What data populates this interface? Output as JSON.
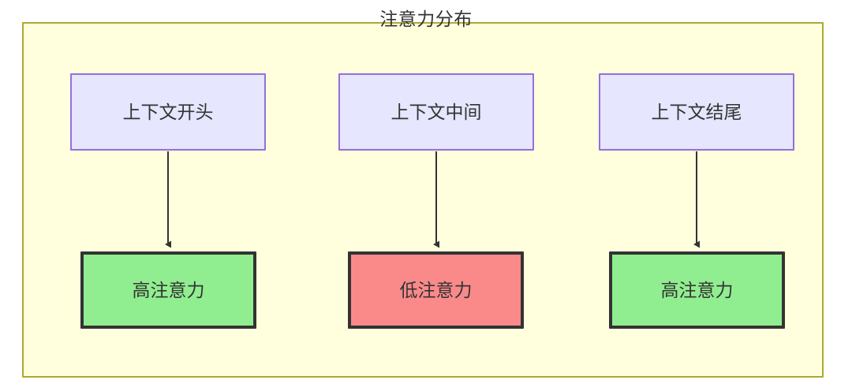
{
  "diagram": {
    "title": "注意力分布",
    "container": {
      "background_color": "#ffffde",
      "border_color": "#aaaa33"
    },
    "colors": {
      "context_fill": "#e6e6ff",
      "context_border": "#9370db",
      "high_attention_fill": "#90ee90",
      "low_attention_fill": "#fa8a8a",
      "node_border": "#333333",
      "edge_color": "#333333",
      "text_color": "#333333"
    },
    "columns": [
      {
        "context_label": "上下文开头",
        "attention_label": "高注意力",
        "attention_level": "high"
      },
      {
        "context_label": "上下文中间",
        "attention_label": "低注意力",
        "attention_level": "low"
      },
      {
        "context_label": "上下文结尾",
        "attention_label": "高注意力",
        "attention_level": "high"
      }
    ],
    "edges": [
      {
        "from": "上下文开头",
        "to": "高注意力",
        "arrow": "down-arrow"
      },
      {
        "from": "上下文中间",
        "to": "低注意力",
        "arrow": "down-arrow"
      },
      {
        "from": "上下文结尾",
        "to": "高注意力",
        "arrow": "down-arrow"
      }
    ]
  }
}
